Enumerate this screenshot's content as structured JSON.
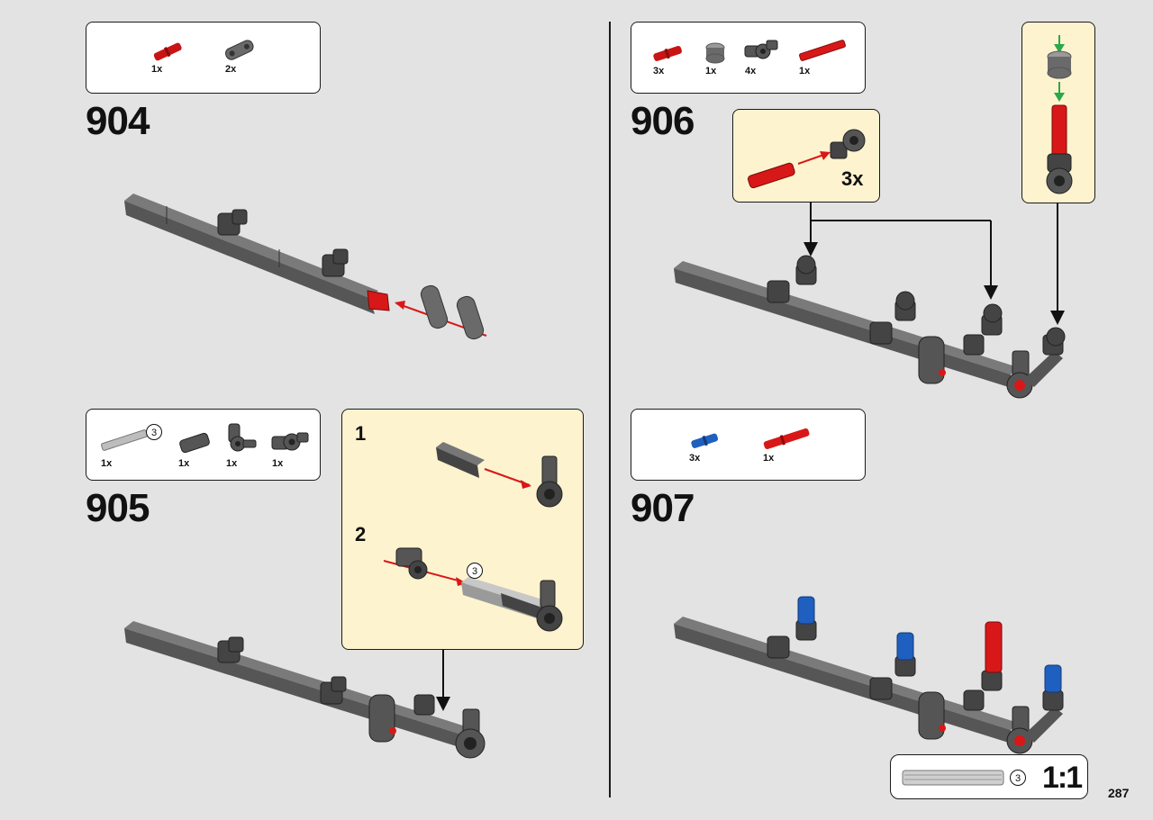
{
  "steps": {
    "s904": {
      "number": "904",
      "parts": [
        {
          "qty": "1x",
          "part": "red-axle-pin"
        },
        {
          "qty": "2x",
          "part": "gray-liftarm-thick"
        }
      ]
    },
    "s905": {
      "number": "905",
      "parts": [
        {
          "qty": "1x",
          "part": "gray-axle",
          "length": "3"
        },
        {
          "qty": "1x",
          "part": "dark-axle-connector"
        },
        {
          "qty": "1x",
          "part": "dark-axle-connector-angled"
        },
        {
          "qty": "1x",
          "part": "dark-cross-block"
        }
      ],
      "substeps": {
        "one": "1",
        "two": "2",
        "callout_length": "3"
      }
    },
    "s906": {
      "number": "906",
      "parts": [
        {
          "qty": "3x",
          "part": "red-axle-pin"
        },
        {
          "qty": "1x",
          "part": "gray-bush"
        },
        {
          "qty": "4x",
          "part": "dark-axle-connector-angled"
        },
        {
          "qty": "1x",
          "part": "red-axle"
        }
      ],
      "multiplier": "3x"
    },
    "s907": {
      "number": "907",
      "parts": [
        {
          "qty": "3x",
          "part": "blue-axle-pin"
        },
        {
          "qty": "1x",
          "part": "red-axle-pin-long"
        }
      ]
    }
  },
  "scale": {
    "length": "3",
    "ratio": "1:1"
  },
  "page_number": "287",
  "colors": {
    "background": "#e3e3e3",
    "callout": "#fdf3cf",
    "beam": "#5a5a5a",
    "red": "#d81818",
    "blue": "#1f5fbf",
    "green_arrow": "#2aa84a"
  }
}
